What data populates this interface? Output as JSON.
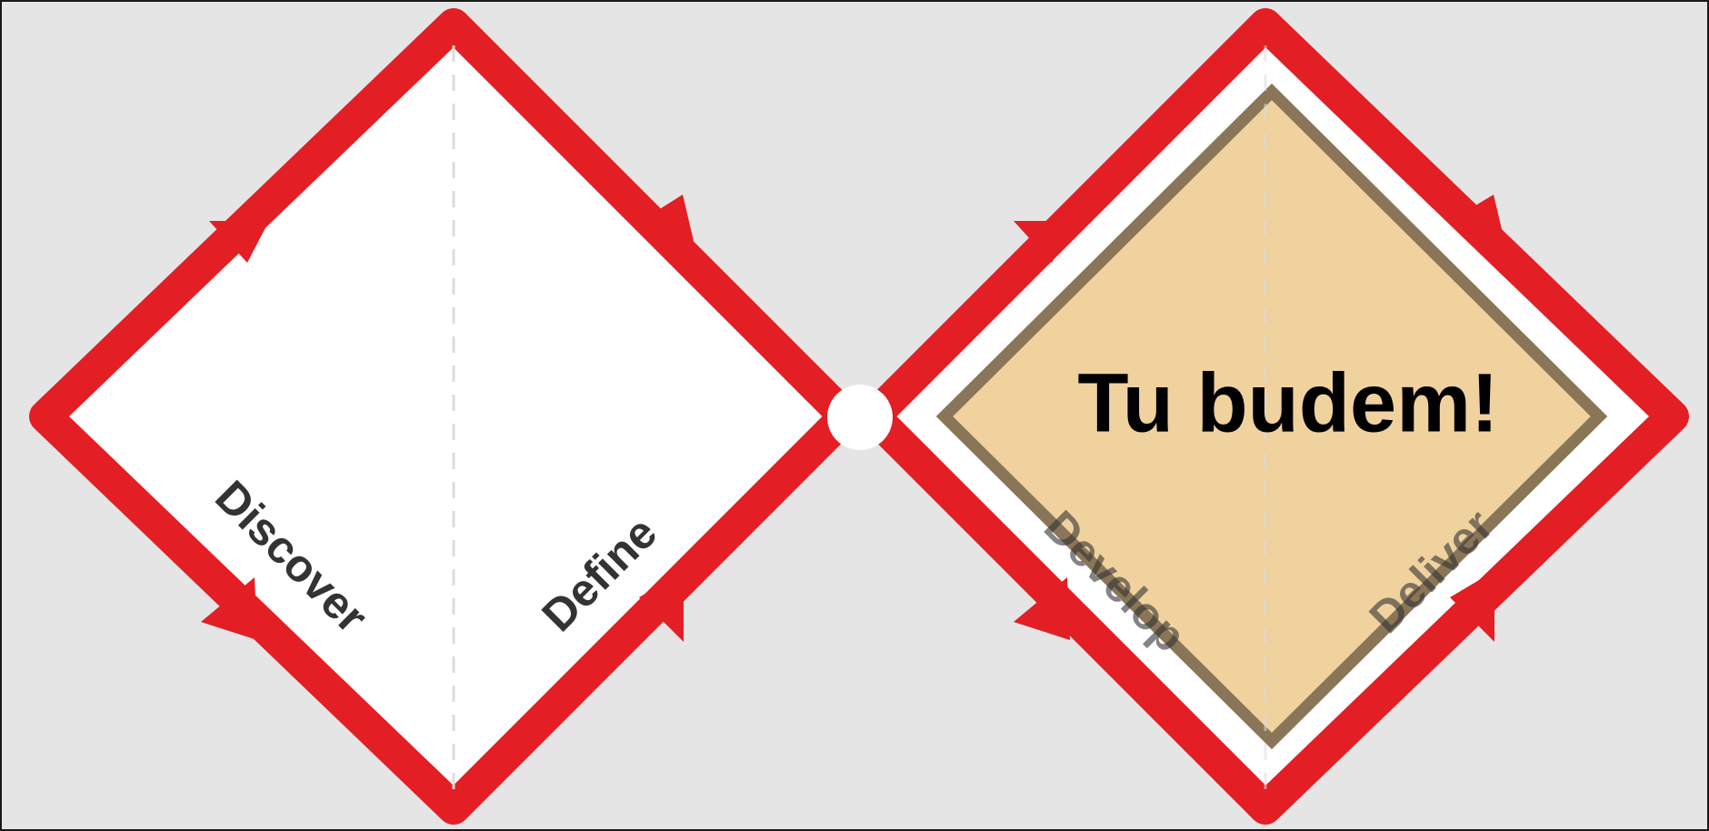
{
  "colors": {
    "background": "#e5e5e5",
    "outline": "#e31e24",
    "diamond_fill": "#ffffff",
    "divider": "#dcdcdc",
    "highlight_fill": "#f0d29f",
    "highlight_stroke": "#8a7558",
    "label_text": "#333333",
    "highlight_label_text": "#000000"
  },
  "phases": [
    "Discover",
    "Define",
    "Develop",
    "Deliver"
  ],
  "highlight": {
    "text": "Tu budem!"
  }
}
